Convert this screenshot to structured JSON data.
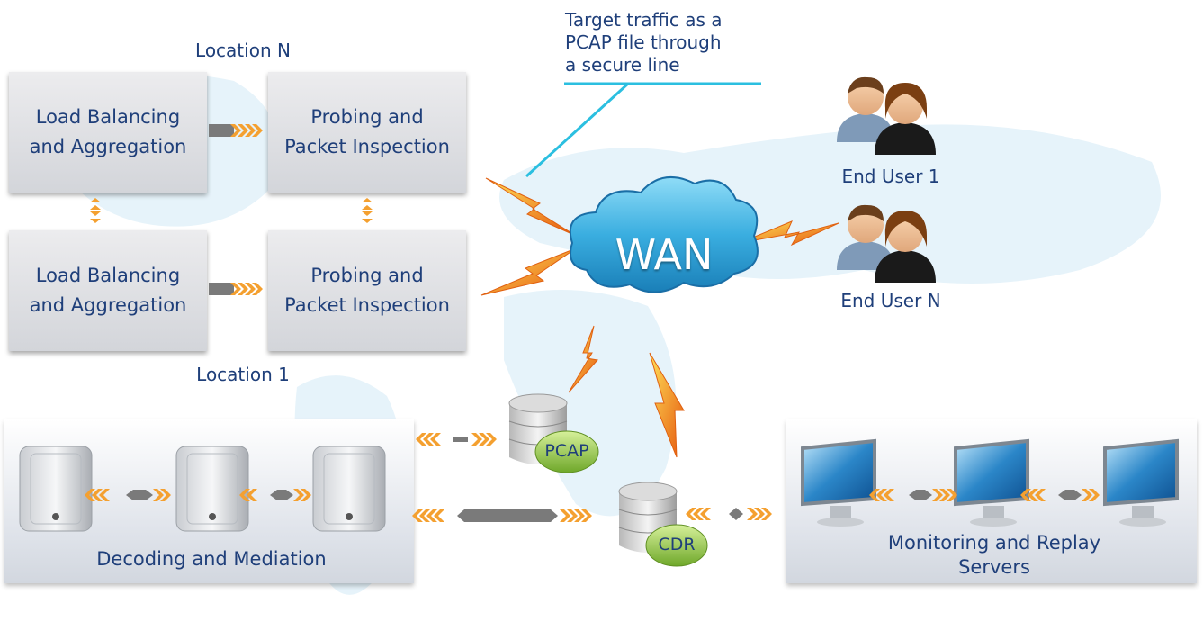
{
  "colors": {
    "text": "#1f3f7a",
    "cyan_line": "#2bbfe0",
    "arrow_orange": "#f4a030",
    "arrow_gray": "#7a7a7a",
    "cloud": "#3aaee0",
    "bolt": "#f07a10",
    "db_badge": "#8cc63f"
  },
  "annotation": {
    "line1": "Target traffic as a",
    "line2": "PCAP file through",
    "line3": "a secure line"
  },
  "locations": {
    "top_label": "Location N",
    "bottom_label": "Location 1"
  },
  "boxes": {
    "lb_top": "Load Balancing\nand Aggregation",
    "probe_top": "Probing and\nPacket Inspection",
    "lb_bottom": "Load Balancing\nand Aggregation",
    "probe_bottom": "Probing and\nPacket Inspection"
  },
  "cloud_label": "WAN",
  "users": {
    "user1": "End User 1",
    "userN": "End User N"
  },
  "databases": {
    "pcap": "PCAP",
    "cdr": "CDR"
  },
  "panels": {
    "decoding": "Decoding and Mediation",
    "monitoring": "Monitoring and Replay\nServers"
  },
  "icons": {
    "server": "tower-server-icon",
    "monitor": "desktop-monitor-icon",
    "user": "user-pair-icon",
    "database": "database-icon",
    "bolt": "lightning-bolt-icon",
    "arrow": "chevron-arrow-icon"
  }
}
